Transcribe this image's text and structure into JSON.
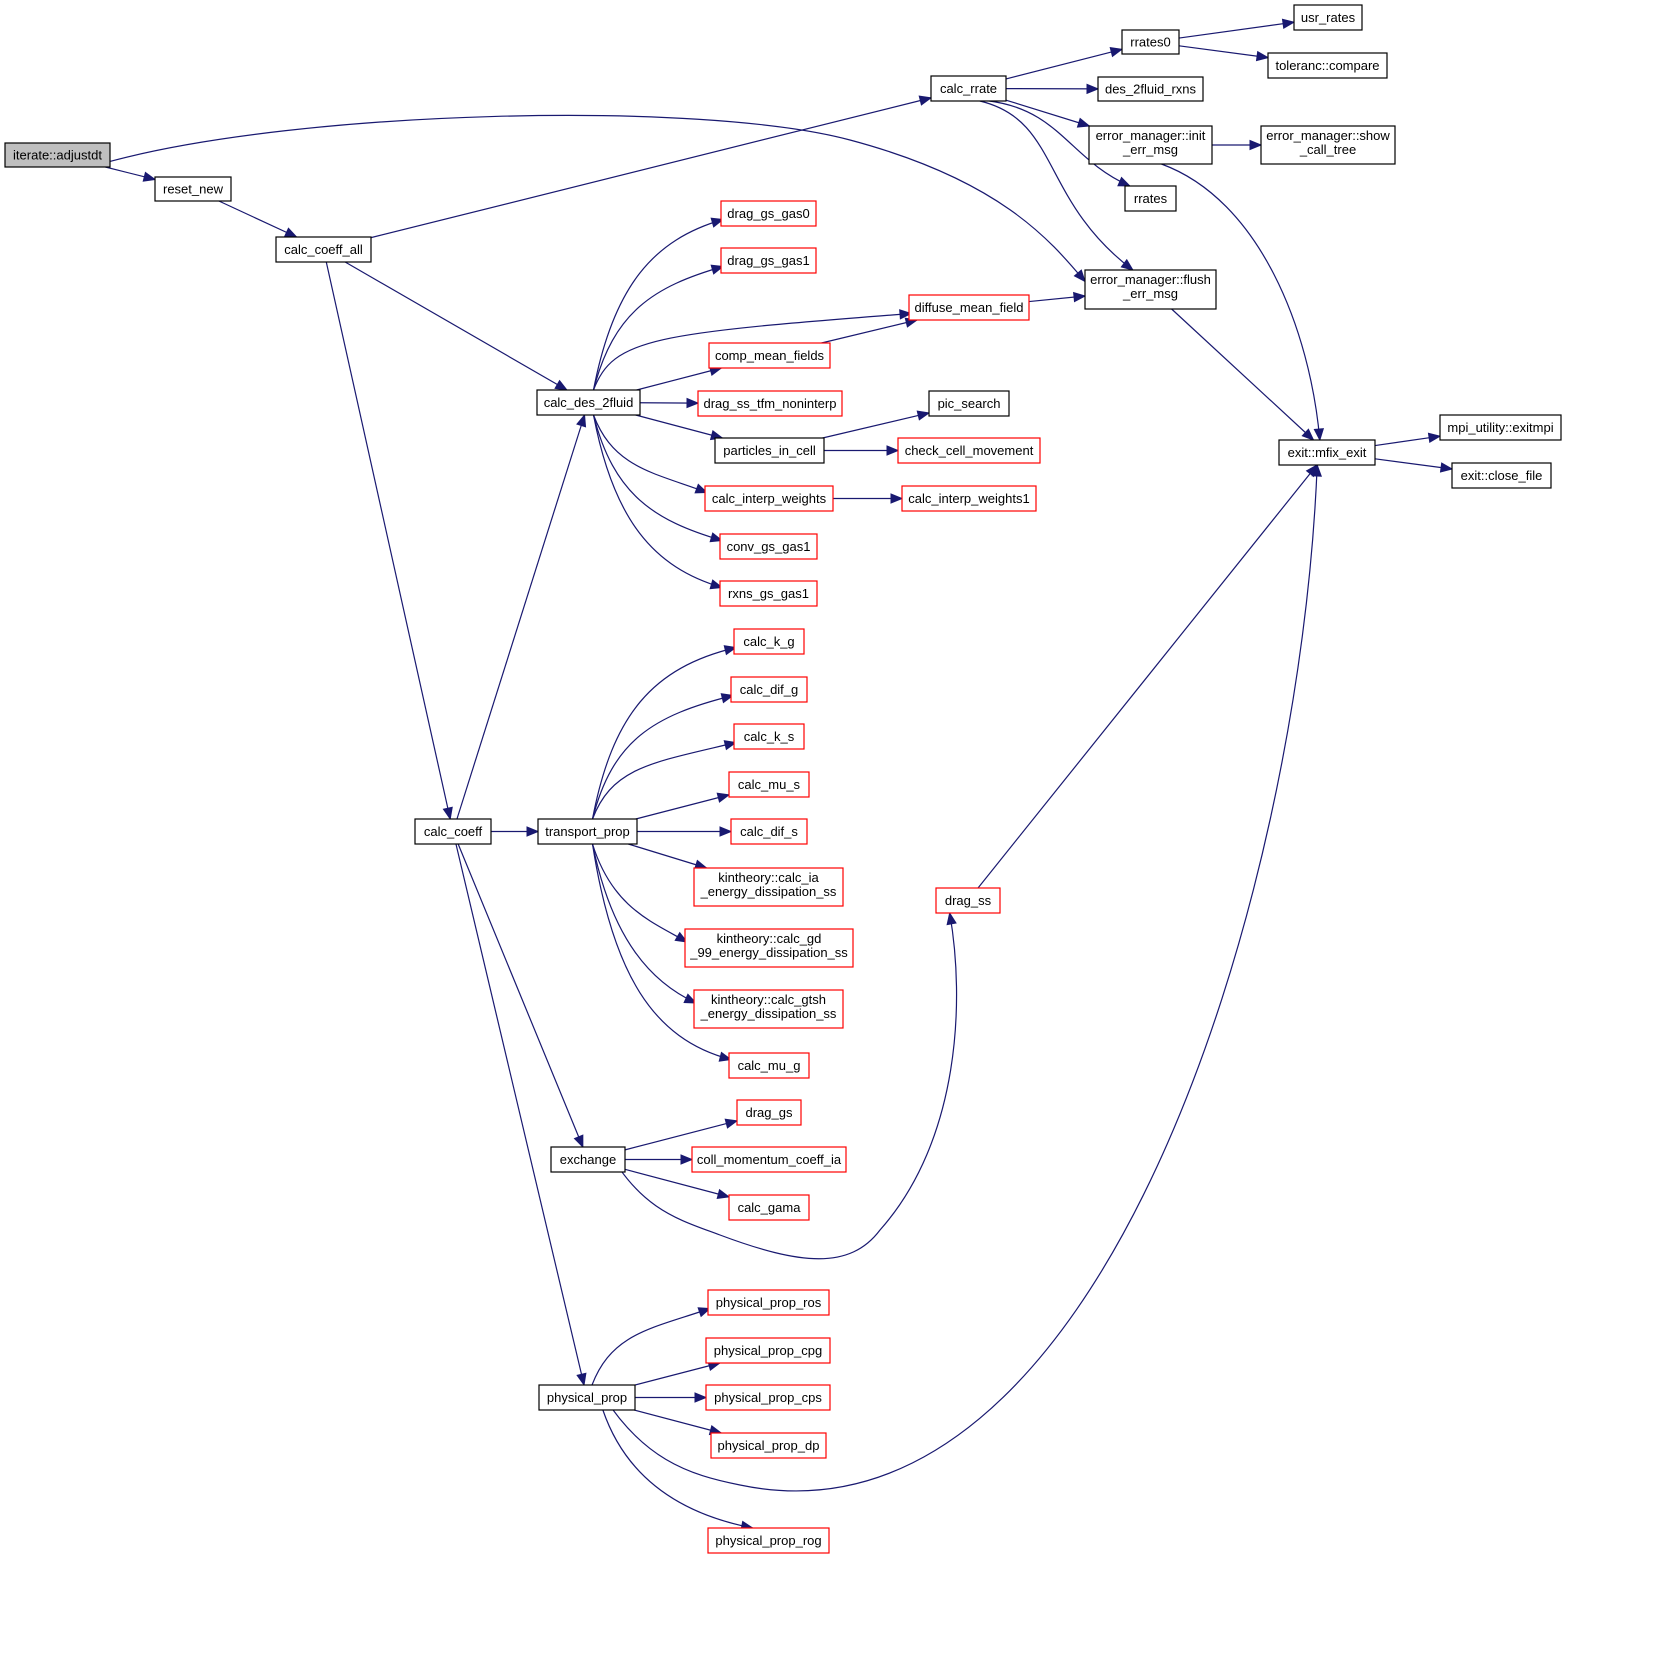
{
  "diagram": {
    "type": "call-graph",
    "colors": {
      "edge": "#191970",
      "black_border": "#000000",
      "red_border": "#ff0000",
      "root_fill": "#bfbfbf"
    },
    "nodes": [
      {
        "id": "adjustdt",
        "lines": [
          "iterate::adjustdt"
        ],
        "style": "root"
      },
      {
        "id": "reset_new",
        "lines": [
          "reset_new"
        ],
        "style": "black"
      },
      {
        "id": "calc_coeff_all",
        "lines": [
          "calc_coeff_all"
        ],
        "style": "black"
      },
      {
        "id": "calc_rrate",
        "lines": [
          "calc_rrate"
        ],
        "style": "black"
      },
      {
        "id": "rrates0",
        "lines": [
          "rrates0"
        ],
        "style": "black"
      },
      {
        "id": "usr_rates",
        "lines": [
          "usr_rates"
        ],
        "style": "black"
      },
      {
        "id": "toleranc_compare",
        "lines": [
          "toleranc::compare"
        ],
        "style": "black"
      },
      {
        "id": "des_2fluid_rxns",
        "lines": [
          "des_2fluid_rxns"
        ],
        "style": "black"
      },
      {
        "id": "init_err_msg",
        "lines": [
          "error_manager::init",
          "_err_msg"
        ],
        "style": "black"
      },
      {
        "id": "show_call_tree",
        "lines": [
          "error_manager::show",
          "_call_tree"
        ],
        "style": "black"
      },
      {
        "id": "rrates",
        "lines": [
          "rrates"
        ],
        "style": "black"
      },
      {
        "id": "flush_err_msg",
        "lines": [
          "error_manager::flush",
          "_err_msg"
        ],
        "style": "black"
      },
      {
        "id": "drag_gs_gas0",
        "lines": [
          "drag_gs_gas0"
        ],
        "style": "red"
      },
      {
        "id": "drag_gs_gas1",
        "lines": [
          "drag_gs_gas1"
        ],
        "style": "red"
      },
      {
        "id": "diffuse_mean_field",
        "lines": [
          "diffuse_mean_field"
        ],
        "style": "red"
      },
      {
        "id": "comp_mean_fields",
        "lines": [
          "comp_mean_fields"
        ],
        "style": "red"
      },
      {
        "id": "calc_des_2fluid",
        "lines": [
          "calc_des_2fluid"
        ],
        "style": "black"
      },
      {
        "id": "drag_ss_tfm_noninterp",
        "lines": [
          "drag_ss_tfm_noninterp"
        ],
        "style": "red"
      },
      {
        "id": "pic_search",
        "lines": [
          "pic_search"
        ],
        "style": "black"
      },
      {
        "id": "particles_in_cell",
        "lines": [
          "particles_in_cell"
        ],
        "style": "black"
      },
      {
        "id": "check_cell_movement",
        "lines": [
          "check_cell_movement"
        ],
        "style": "red"
      },
      {
        "id": "calc_interp_weights",
        "lines": [
          "calc_interp_weights"
        ],
        "style": "red"
      },
      {
        "id": "calc_interp_weights1",
        "lines": [
          "calc_interp_weights1"
        ],
        "style": "red"
      },
      {
        "id": "conv_gs_gas1",
        "lines": [
          "conv_gs_gas1"
        ],
        "style": "red"
      },
      {
        "id": "rxns_gs_gas1",
        "lines": [
          "rxns_gs_gas1"
        ],
        "style": "red"
      },
      {
        "id": "mfix_exit",
        "lines": [
          "exit::mfix_exit"
        ],
        "style": "black"
      },
      {
        "id": "exitmpi",
        "lines": [
          "mpi_utility::exitmpi"
        ],
        "style": "black"
      },
      {
        "id": "close_file",
        "lines": [
          "exit::close_file"
        ],
        "style": "black"
      },
      {
        "id": "calc_k_g",
        "lines": [
          "calc_k_g"
        ],
        "style": "red"
      },
      {
        "id": "calc_dif_g",
        "lines": [
          "calc_dif_g"
        ],
        "style": "red"
      },
      {
        "id": "calc_k_s",
        "lines": [
          "calc_k_s"
        ],
        "style": "red"
      },
      {
        "id": "calc_mu_s",
        "lines": [
          "calc_mu_s"
        ],
        "style": "red"
      },
      {
        "id": "calc_coeff",
        "lines": [
          "calc_coeff"
        ],
        "style": "black"
      },
      {
        "id": "transport_prop",
        "lines": [
          "transport_prop"
        ],
        "style": "black"
      },
      {
        "id": "calc_dif_s",
        "lines": [
          "calc_dif_s"
        ],
        "style": "red"
      },
      {
        "id": "calc_ia",
        "lines": [
          "kintheory::calc_ia",
          "_energy_dissipation_ss"
        ],
        "style": "red"
      },
      {
        "id": "drag_ss",
        "lines": [
          "drag_ss"
        ],
        "style": "red"
      },
      {
        "id": "calc_gd",
        "lines": [
          "kintheory::calc_gd",
          "_99_energy_dissipation_ss"
        ],
        "style": "red"
      },
      {
        "id": "calc_gtsh",
        "lines": [
          "kintheory::calc_gtsh",
          "_energy_dissipation_ss"
        ],
        "style": "red"
      },
      {
        "id": "calc_mu_g",
        "lines": [
          "calc_mu_g"
        ],
        "style": "red"
      },
      {
        "id": "drag_gs",
        "lines": [
          "drag_gs"
        ],
        "style": "red"
      },
      {
        "id": "exchange",
        "lines": [
          "exchange"
        ],
        "style": "black"
      },
      {
        "id": "coll_momentum_coeff_ia",
        "lines": [
          "coll_momentum_coeff_ia"
        ],
        "style": "red"
      },
      {
        "id": "calc_gama",
        "lines": [
          "calc_gama"
        ],
        "style": "red"
      },
      {
        "id": "physical_prop_ros",
        "lines": [
          "physical_prop_ros"
        ],
        "style": "red"
      },
      {
        "id": "physical_prop_cpg",
        "lines": [
          "physical_prop_cpg"
        ],
        "style": "red"
      },
      {
        "id": "physical_prop",
        "lines": [
          "physical_prop"
        ],
        "style": "black"
      },
      {
        "id": "physical_prop_cps",
        "lines": [
          "physical_prop_cps"
        ],
        "style": "red"
      },
      {
        "id": "physical_prop_dp",
        "lines": [
          "physical_prop_dp"
        ],
        "style": "red"
      },
      {
        "id": "physical_prop_rog",
        "lines": [
          "physical_prop_rog"
        ],
        "style": "red"
      }
    ],
    "edges": [
      [
        "adjustdt",
        "reset_new"
      ],
      [
        "adjustdt",
        "flush_err_msg"
      ],
      [
        "reset_new",
        "calc_coeff_all"
      ],
      [
        "calc_coeff_all",
        "calc_rrate"
      ],
      [
        "calc_coeff_all",
        "calc_des_2fluid"
      ],
      [
        "calc_coeff_all",
        "calc_coeff"
      ],
      [
        "calc_rrate",
        "rrates0"
      ],
      [
        "calc_rrate",
        "des_2fluid_rxns"
      ],
      [
        "calc_rrate",
        "init_err_msg"
      ],
      [
        "calc_rrate",
        "rrates"
      ],
      [
        "calc_rrate",
        "flush_err_msg"
      ],
      [
        "rrates0",
        "usr_rates"
      ],
      [
        "rrates0",
        "toleranc_compare"
      ],
      [
        "init_err_msg",
        "show_call_tree"
      ],
      [
        "init_err_msg",
        "mfix_exit"
      ],
      [
        "flush_err_msg",
        "mfix_exit"
      ],
      [
        "calc_des_2fluid",
        "drag_gs_gas0"
      ],
      [
        "calc_des_2fluid",
        "drag_gs_gas1"
      ],
      [
        "calc_des_2fluid",
        "diffuse_mean_field"
      ],
      [
        "calc_des_2fluid",
        "comp_mean_fields"
      ],
      [
        "calc_des_2fluid",
        "drag_ss_tfm_noninterp"
      ],
      [
        "calc_des_2fluid",
        "particles_in_cell"
      ],
      [
        "calc_des_2fluid",
        "calc_interp_weights"
      ],
      [
        "calc_des_2fluid",
        "conv_gs_gas1"
      ],
      [
        "calc_des_2fluid",
        "rxns_gs_gas1"
      ],
      [
        "comp_mean_fields",
        "diffuse_mean_field"
      ],
      [
        "diffuse_mean_field",
        "flush_err_msg"
      ],
      [
        "particles_in_cell",
        "pic_search"
      ],
      [
        "particles_in_cell",
        "check_cell_movement"
      ],
      [
        "calc_interp_weights",
        "calc_interp_weights1"
      ],
      [
        "mfix_exit",
        "exitmpi"
      ],
      [
        "mfix_exit",
        "close_file"
      ],
      [
        "calc_coeff",
        "calc_des_2fluid"
      ],
      [
        "calc_coeff",
        "transport_prop"
      ],
      [
        "calc_coeff",
        "exchange"
      ],
      [
        "calc_coeff",
        "physical_prop"
      ],
      [
        "transport_prop",
        "calc_k_g"
      ],
      [
        "transport_prop",
        "calc_dif_g"
      ],
      [
        "transport_prop",
        "calc_k_s"
      ],
      [
        "transport_prop",
        "calc_mu_s"
      ],
      [
        "transport_prop",
        "calc_dif_s"
      ],
      [
        "transport_prop",
        "calc_ia"
      ],
      [
        "transport_prop",
        "calc_gd"
      ],
      [
        "transport_prop",
        "calc_gtsh"
      ],
      [
        "transport_prop",
        "calc_mu_g"
      ],
      [
        "exchange",
        "drag_gs"
      ],
      [
        "exchange",
        "coll_momentum_coeff_ia"
      ],
      [
        "exchange",
        "calc_gama"
      ],
      [
        "exchange",
        "drag_ss"
      ],
      [
        "drag_ss",
        "mfix_exit"
      ],
      [
        "physical_prop",
        "physical_prop_ros"
      ],
      [
        "physical_prop",
        "physical_prop_cpg"
      ],
      [
        "physical_prop",
        "physical_prop_cps"
      ],
      [
        "physical_prop",
        "physical_prop_dp"
      ],
      [
        "physical_prop",
        "physical_prop_rog"
      ],
      [
        "physical_prop",
        "mfix_exit"
      ]
    ]
  }
}
